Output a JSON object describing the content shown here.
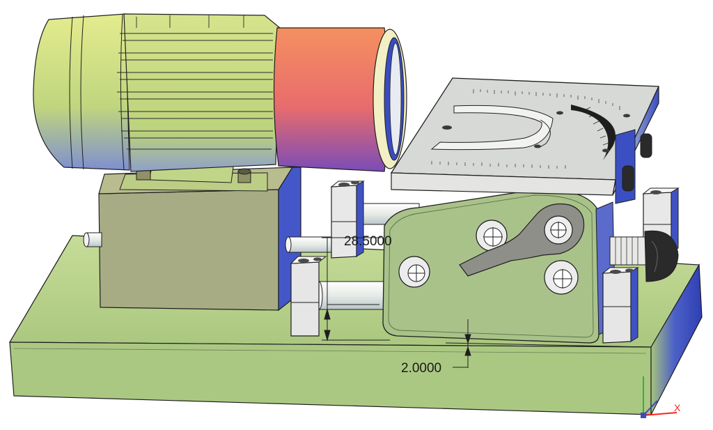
{
  "dimensions": {
    "height_value": "28.5000",
    "gap_value": "2.0000"
  },
  "ucs": {
    "x_label": "X"
  },
  "colors": {
    "background": "#ffffff",
    "base_green": "#b8d48c",
    "base_front": "#a9c77e",
    "base_side": "#3b4fc2",
    "motor_green": "#c9dc86",
    "motor_end": "#d9e48a",
    "motor_pink": "#f07f62",
    "motor_violet": "#7a50b8",
    "block_khaki": "#a7ab82",
    "block_side": "#4457c9",
    "table_grey": "#d6d8d6",
    "bracket_green": "#a9c28a",
    "pillow_grey": "#e6e6e6",
    "outline": "#1e1e1e"
  }
}
